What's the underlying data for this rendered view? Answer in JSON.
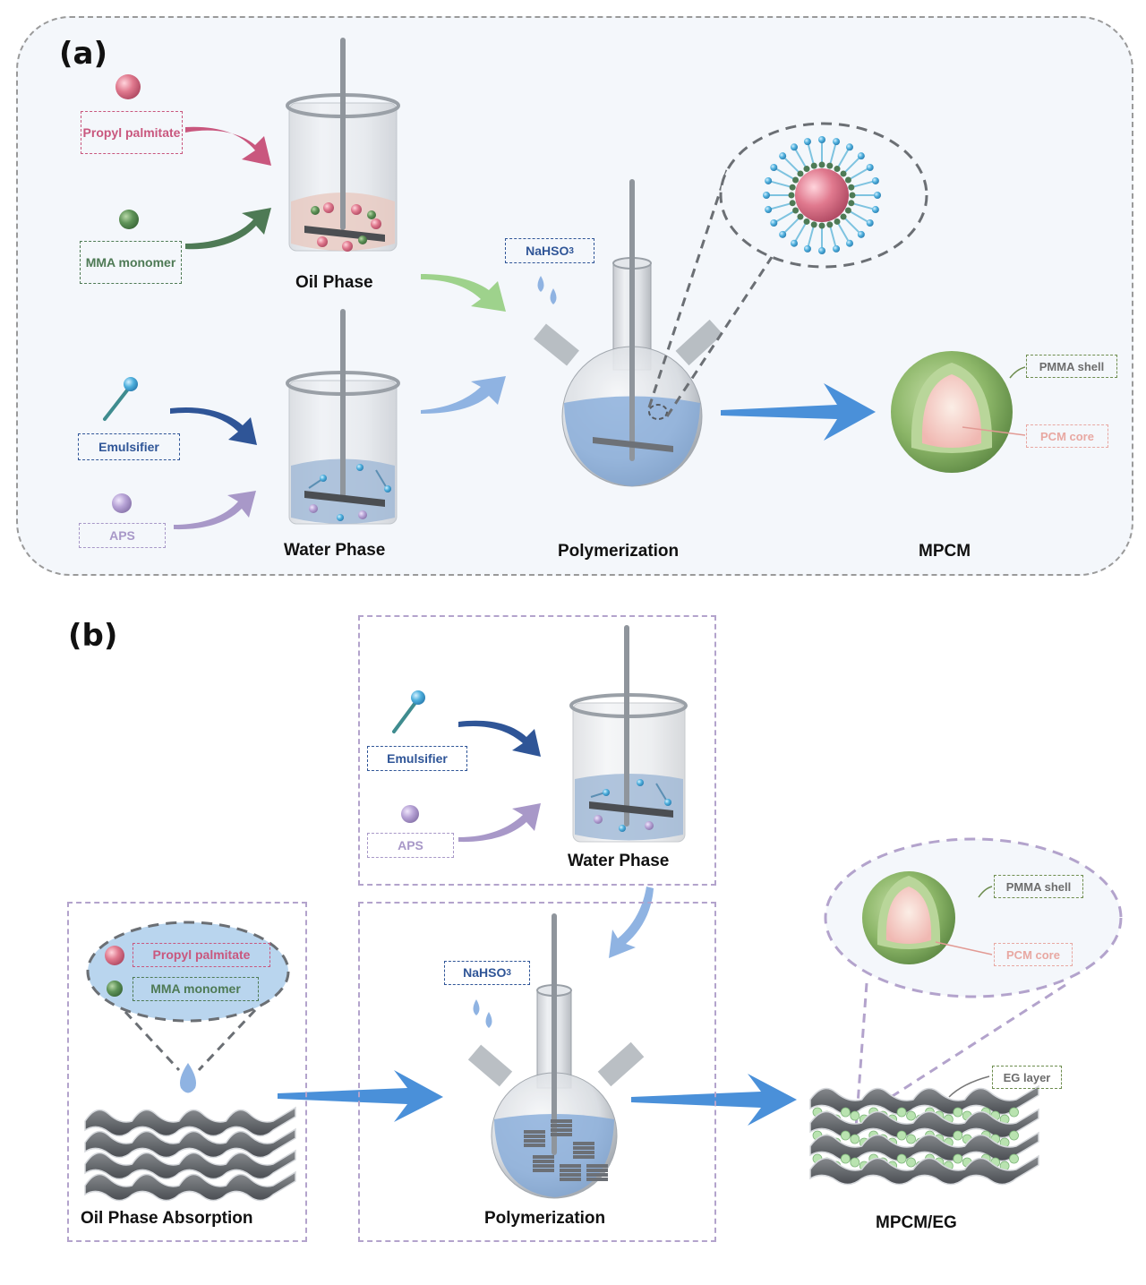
{
  "panel_a": {
    "label": "(a)",
    "inputs": {
      "propyl_palmitate": "Propyl palmitate",
      "mma_monomer": "MMA monomer",
      "emulsifier": "Emulsifier",
      "aps": "APS"
    },
    "reagent": "NaHSO3",
    "captions": {
      "oil_phase": "Oil Phase",
      "water_phase": "Water Phase",
      "polymerization": "Polymerization",
      "mpcm": "MPCM"
    },
    "callouts": {
      "shell": "PMMA shell",
      "core": "PCM core"
    }
  },
  "panel_b": {
    "label": "(b)",
    "inputs": {
      "emulsifier": "Emulsifier",
      "aps": "APS",
      "propyl_palmitate": "Propyl palmitate",
      "mma_monomer": "MMA monomer"
    },
    "reagent": "NaHSO3",
    "captions": {
      "water_phase": "Water Phase",
      "oil_phase_absorption": "Oil Phase Absorption",
      "polymerization": "Polymerization",
      "mpcm_eg": "MPCM/EG"
    },
    "callouts": {
      "shell": "PMMA shell",
      "core": "PCM core",
      "eg_layer": "EG layer"
    }
  },
  "colors": {
    "propyl": "#c9577e",
    "mma": "#4e7a55",
    "emulsifier": "#2f5597",
    "aps": "#a898c8",
    "arrow_blue": "#4a90d9",
    "shell_green": "#8fb86a",
    "core_pink": "#f3c2bd"
  }
}
